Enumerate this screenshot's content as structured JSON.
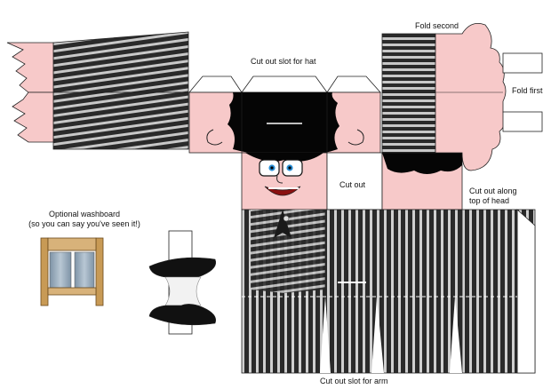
{
  "labels": {
    "fold_second": "Fold second",
    "cut_slot_hat": "Cut out slot for hat",
    "fold_first": "Fold first",
    "cut_out": "Cut out",
    "cut_along_line1": "Cut out along",
    "cut_along_line2": "top of head",
    "washboard_line1": "Optional washboard",
    "washboard_line2": "(so you can say you've seen it!)",
    "cut_slot_arm": "Cut out slot for arm"
  },
  "colors": {
    "skin": "#f7c9c9",
    "hair": "#050505",
    "suit_dark": "#2a2a2a",
    "suit_light": "#cfcfcf",
    "wood": "#c89a55",
    "washboard_metal": "#8fa3b5",
    "outline": "#222222"
  }
}
